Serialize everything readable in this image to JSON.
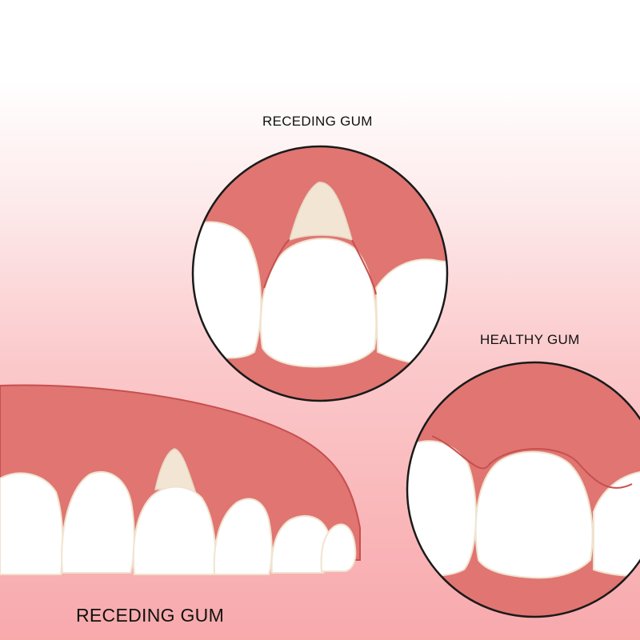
{
  "labels": {
    "top_circle": "RECEDING GUM",
    "right_circle": "HEALTHY GUM",
    "bottom_jaw": "RECEDING GUM"
  },
  "colors": {
    "gum": "#e07572",
    "gum_outline": "#c6504f",
    "tooth": "#ffffff",
    "tooth_outline": "#f0e4cf",
    "exposed_root": "#f3e5d3",
    "circle_border": "#1a1a1a",
    "background_bottom": "#f8a9ac"
  }
}
